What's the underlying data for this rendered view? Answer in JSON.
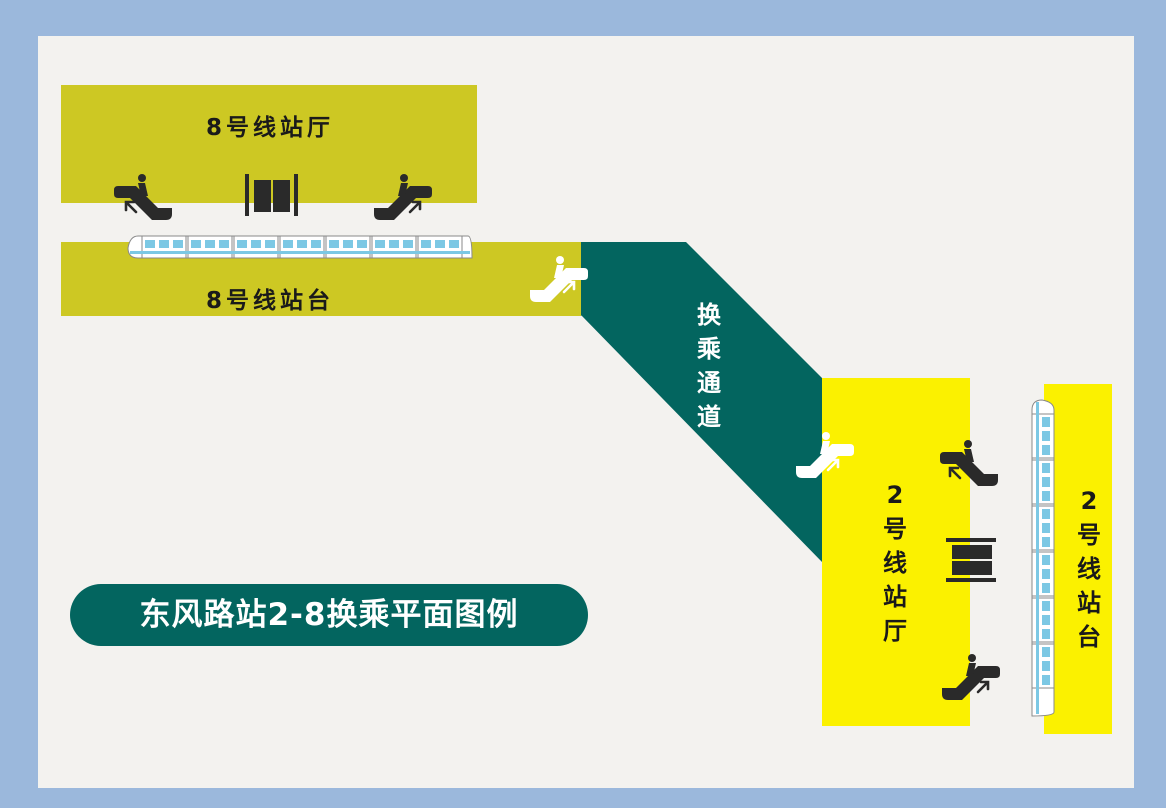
{
  "title": "东风路站2-8换乘平面图例",
  "line8": {
    "concourse": "8号线站厅",
    "platform": "8号线站台"
  },
  "transfer": {
    "label": "换乘通道"
  },
  "line2": {
    "concourse": "2号线站厅",
    "platform": "2号线站台"
  },
  "colors": {
    "background": "#9bb8dc",
    "paper": "#f3f2ef",
    "line8": "#cdc823",
    "line2": "#fbf100",
    "transfer": "#03655f",
    "icon_dark": "#2a2a2a",
    "train_window": "#7cc8e4"
  },
  "icons": {
    "escalator": "escalator-icon",
    "gate": "fare-gate-icon",
    "train": "train-icon"
  }
}
